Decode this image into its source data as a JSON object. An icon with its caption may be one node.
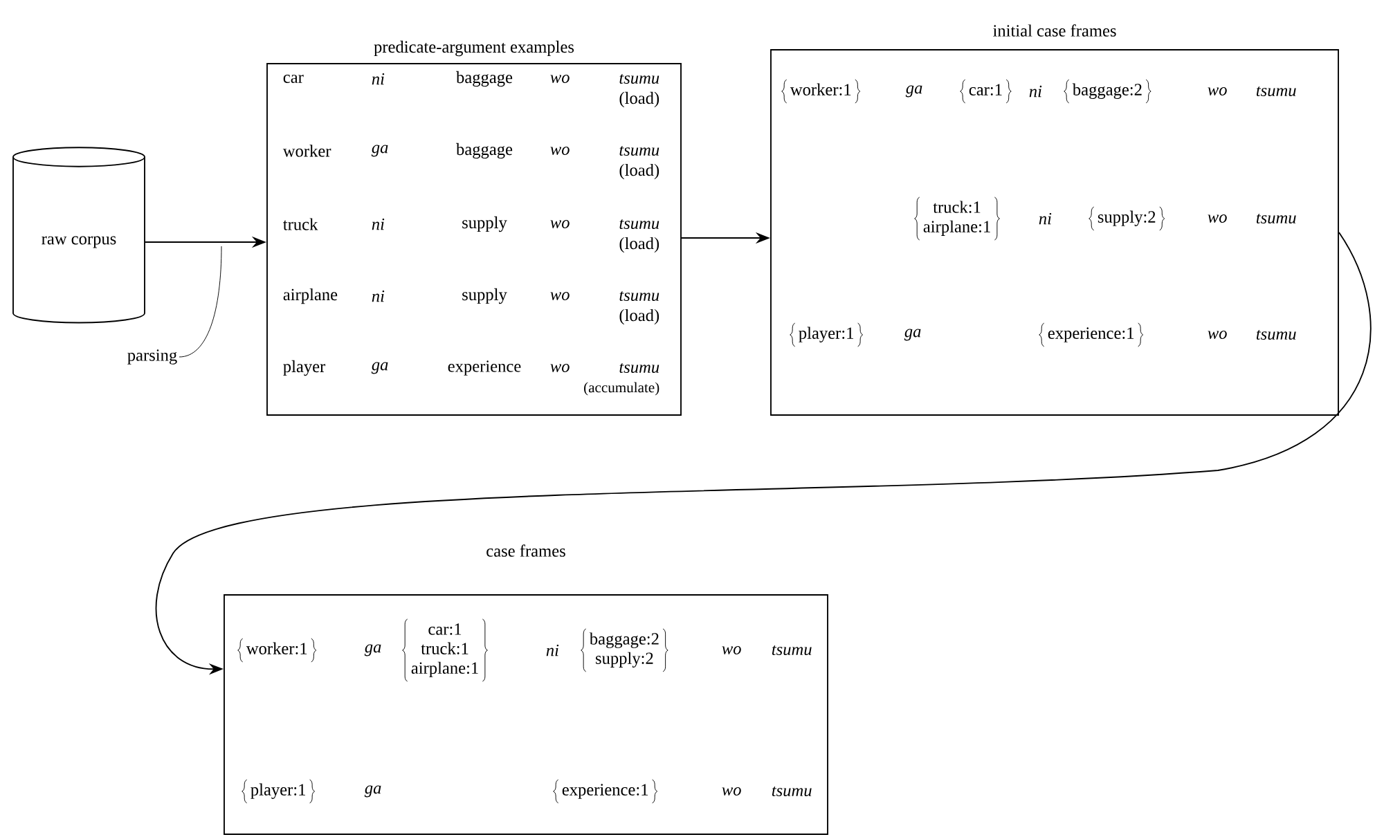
{
  "diagram": {
    "nodes": [
      {
        "text": [
          "raw corpus"
        ]
      },
      {
        "text": [
          "predicate-argument examples",
          "car",
          "ni",
          "baggage",
          "wo",
          "tsumu",
          "(load)",
          "worker",
          "ga",
          "baggage",
          "wo",
          "tsumu",
          "(load)",
          "truck",
          "ni",
          "supply",
          "wo",
          "tsumu",
          "(load)",
          "airplane",
          "ni",
          "supply",
          "wo",
          "tsumu",
          "(load)",
          "player",
          "ga",
          "experience",
          "wo",
          "tsumu",
          "(accumulate)"
        ]
      },
      {
        "text": [
          "initial case frames",
          "worker:1",
          "ga",
          "car:1",
          "ni",
          "baggage:2",
          "wo",
          "tsumu",
          "truck:1",
          "airplane:1",
          "ni",
          "supply:2",
          "wo",
          "tsumu",
          "player:1",
          "ga",
          "experience:1",
          "wo",
          "tsumu"
        ]
      },
      {
        "text": [
          "case frames",
          "worker:1",
          "ga",
          "car:1",
          "truck:1",
          "airplane:1",
          "ni",
          "baggage:2",
          "supply:2",
          "wo",
          "tsumu",
          "player:1",
          "ga",
          "experience:1",
          "wo",
          "tsumu"
        ]
      },
      {
        "text": [
          "parsing"
        ]
      }
    ],
    "edges": [
      {
        "from": 0,
        "to": 1,
        "arrow": "to"
      },
      {
        "from": 1,
        "to": 2,
        "arrow": "to"
      },
      {
        "from": 2,
        "to": 3,
        "arrow": "to"
      },
      {
        "from": 4,
        "to": null,
        "arrow": "none"
      }
    ]
  }
}
